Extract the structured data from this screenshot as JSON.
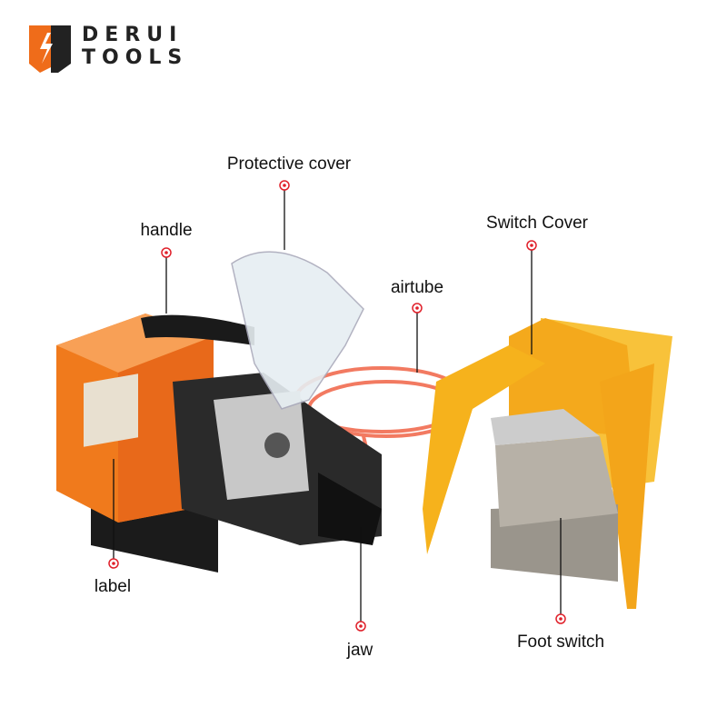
{
  "brand": {
    "line1": "DERUI",
    "line2": "TOOLS",
    "accent": "#ef6c1a"
  },
  "callouts": {
    "protective_cover": "Protective cover",
    "handle": "handle",
    "airtube": "airtube",
    "switch_cover": "Switch Cover",
    "label": "label",
    "jaw": "jaw",
    "foot_switch": "Foot switch"
  },
  "colors": {
    "marker": "#e0202a",
    "machine": "#f07a1c",
    "cover": "#f6b21c",
    "tube": "#f05a3a"
  }
}
